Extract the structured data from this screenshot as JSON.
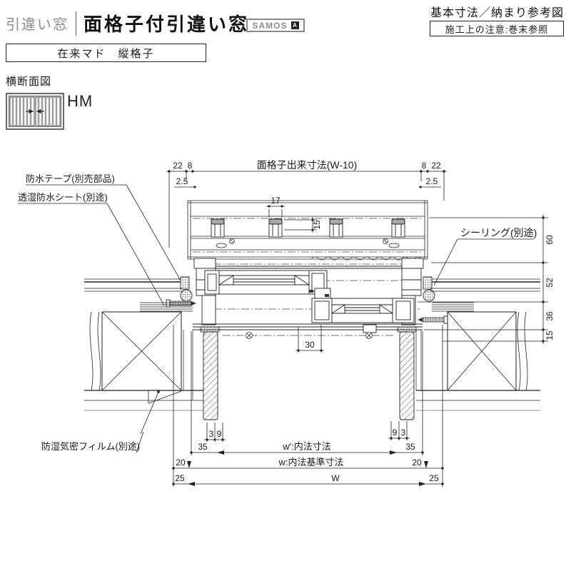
{
  "header": {
    "window_type": "引違い窓",
    "title": "面格子付引違い窓",
    "brand": "SAMOS",
    "brand_badge": "A",
    "ref_title": "基本寸法／納まり参考図",
    "note": "施工上の注意:巻末参照",
    "spec": "在来マド　縦格子",
    "section_label": "横断面図",
    "section_code": "HM"
  },
  "callouts": {
    "waterproof_tape": "防水テープ(別売部品)",
    "breathable_sheet": "透湿防水シート(別途)",
    "sealing": "シーリング(別途)",
    "moisture_film": "防湿気密フィルム(別途)"
  },
  "dimensions": {
    "top": {
      "left_22": "22",
      "left_8": "8",
      "lattice_width": "面格子出来寸法(W-10)",
      "right_8": "8",
      "right_22": "22",
      "left_2_5": "2.5",
      "right_2_5": "2.5",
      "bar_width": "17",
      "bar_depth": "15"
    },
    "right": {
      "d60": "60",
      "d52": "52",
      "d36": "36",
      "d15": "15"
    },
    "bottom": {
      "d30": "30",
      "left_3": "3",
      "left_9": "9",
      "right_9": "9",
      "right_3": "3",
      "left_35": "35",
      "right_35": "35",
      "left_20": "20",
      "right_20": "20",
      "left_25": "25",
      "right_25": "25",
      "w_inner": "w′:内法寸法",
      "w_base": "w:内法基準寸法",
      "w_overall": "W"
    }
  }
}
